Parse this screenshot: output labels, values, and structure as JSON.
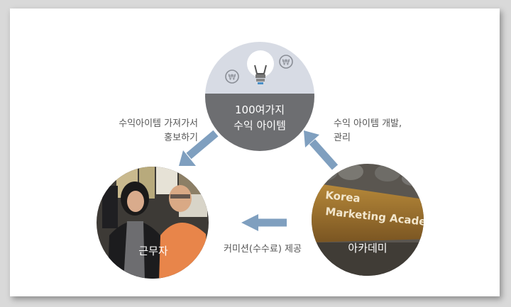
{
  "nodes": {
    "center": {
      "line1": "100여가지",
      "line2": "수익 아이템"
    },
    "left": {
      "label": "근무자"
    },
    "right": {
      "label": "아카데미",
      "sign_line1": "Korea",
      "sign_line2": "Marketing Academy"
    }
  },
  "edges": {
    "center_to_left": {
      "line1": "수익아이템 가져가서",
      "line2": "홍보하기"
    },
    "right_to_center": {
      "line1": "수익 아이템 개발,",
      "line2": "관리"
    },
    "right_to_left": {
      "label": "커미션(수수료) 제공"
    }
  },
  "icons": {
    "currency_symbol": "₩"
  },
  "colors": {
    "arrow": "#7f9fbf",
    "circle_top": "#d7dbe4",
    "circle_bottom": "#6d6e71",
    "text_dark": "#555555",
    "label_white": "#ffffff"
  }
}
